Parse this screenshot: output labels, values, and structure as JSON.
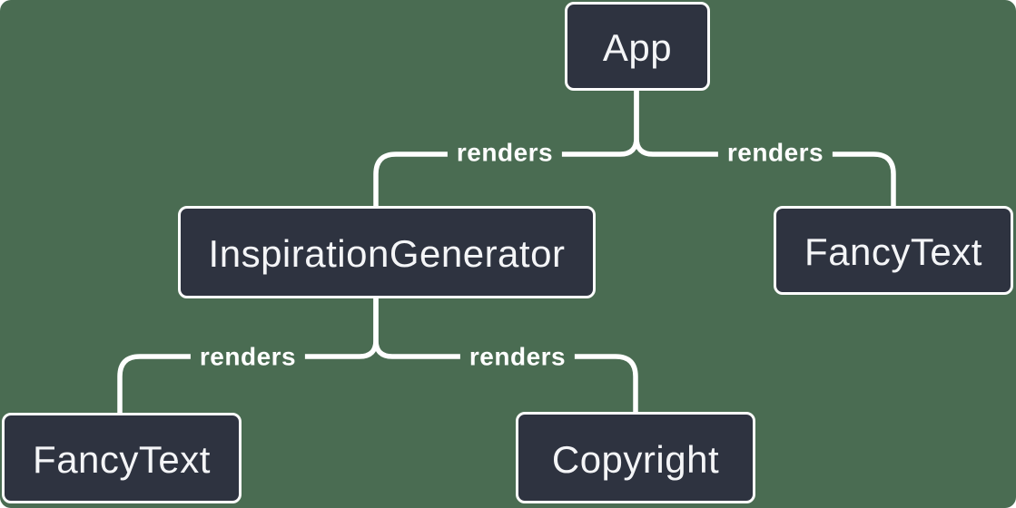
{
  "canvas": {
    "background_color": "#4A6C52",
    "node_fill_color": "#2E3340",
    "node_border_color": "#FDFDFD",
    "line_color": "#FFFFFF",
    "text_color": "#F4F5F7"
  },
  "diagram": {
    "type": "render-tree",
    "nodes": [
      {
        "id": "app",
        "label": "App"
      },
      {
        "id": "inspiration-generator",
        "label": "InspirationGenerator"
      },
      {
        "id": "fancy-text-top",
        "label": "FancyText"
      },
      {
        "id": "fancy-text-bottom",
        "label": "FancyText"
      },
      {
        "id": "copyright",
        "label": "Copyright"
      }
    ],
    "edges": [
      {
        "from": "App",
        "to": "InspirationGenerator",
        "label": "renders"
      },
      {
        "from": "App",
        "to": "FancyText",
        "label": "renders"
      },
      {
        "from": "InspirationGenerator",
        "to": "FancyText",
        "label": "renders"
      },
      {
        "from": "InspirationGenerator",
        "to": "Copyright",
        "label": "renders"
      }
    ]
  }
}
